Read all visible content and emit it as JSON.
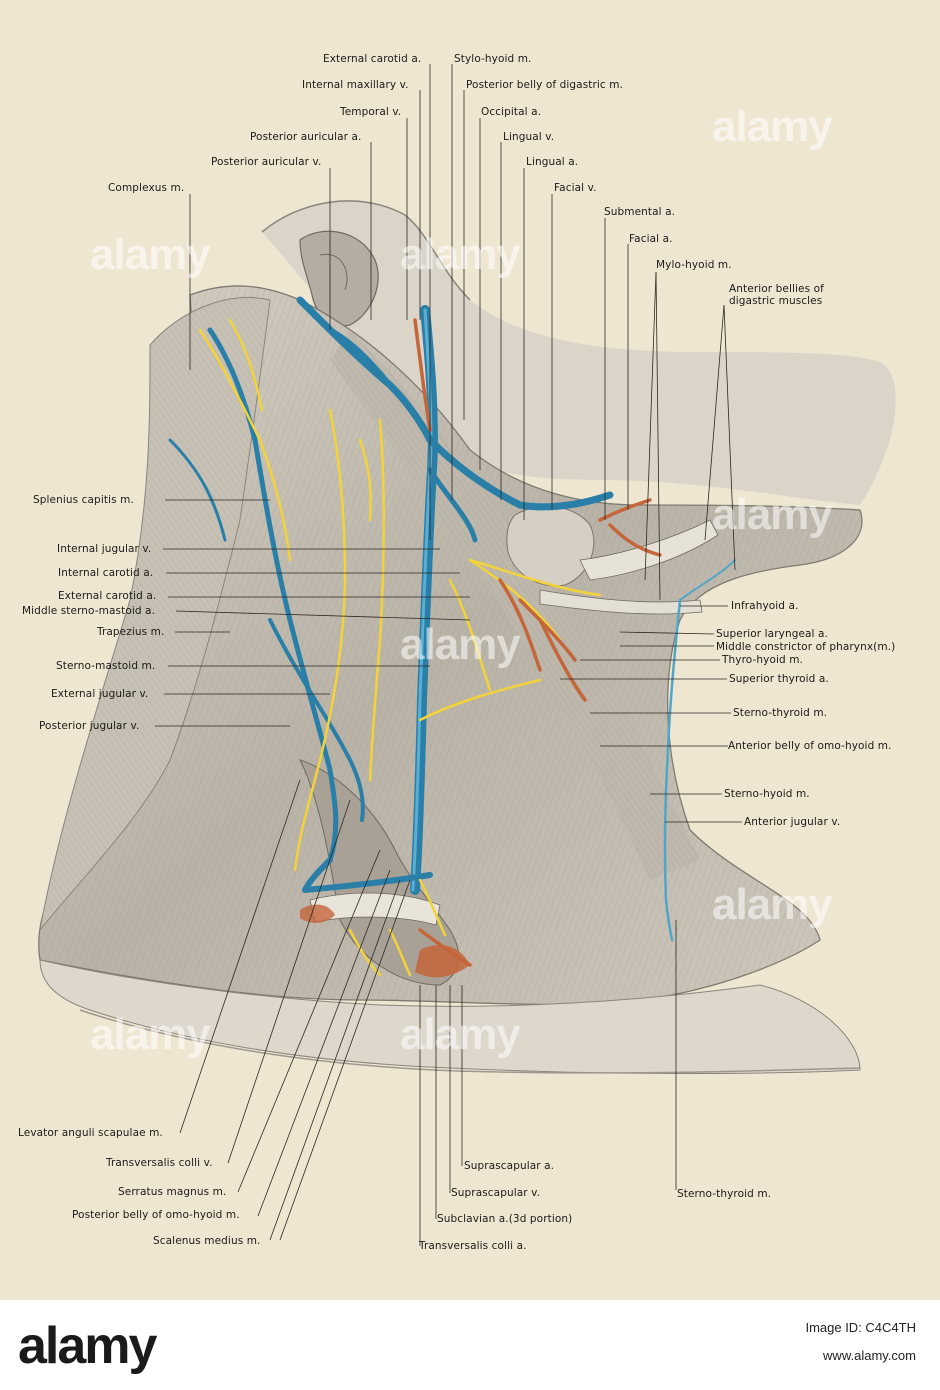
{
  "labels": {
    "external_carotid": "External carotid a.",
    "stylo_hyoid": "Stylo-hyoid m.",
    "internal_maxillary": "Internal maxillary v.",
    "posterior_belly_digastric": "Posterior belly of digastric m.",
    "temporal_v": "Temporal v.",
    "occipital_a": "Occipital a.",
    "posterior_auricular_a": "Posterior auricular a.",
    "lingual_v": "Lingual v.",
    "posterior_auricular_v": "Posterior auricular v.",
    "lingual_a": "Lingual a.",
    "complexus": "Complexus m.",
    "facial_v": "Facial v.",
    "submental_a": "Submental a.",
    "facial_a": "Facial a.",
    "mylo_hyoid": "Mylo-hyoid m.",
    "anterior_bellies_1": "Anterior bellies of",
    "anterior_bellies_2": "digastric muscles",
    "splenius": "Splenius capitis m.",
    "internal_jugular": "Internal jugular v.",
    "internal_carotid": "Internal carotid a.",
    "external_carotid_2": "External carotid a.",
    "middle_sterno_mastoid": "Middle sterno-mastoid a.",
    "trapezius": "Trapezius m.",
    "sterno_mastoid": "Sterno-mastoid m.",
    "external_jugular": "External jugular v.",
    "posterior_jugular": "Posterior jugular v.",
    "infrahyoid": "Infrahyoid a.",
    "superior_laryngeal": "Superior laryngeal a.",
    "middle_constrictor": "Middle constrictor of pharynx(m.)",
    "thyro_hyoid": "Thyro-hyoid m.",
    "superior_thyroid": "Superior thyroid a.",
    "sterno_thyroid": "Sterno-thyroid m.",
    "anterior_belly_omo": "Anterior belly of omo-hyoid m.",
    "sterno_hyoid": "Sterno-hyoid m.",
    "anterior_jugular": "Anterior jugular v.",
    "levator": "Levator anguli scapulae m.",
    "transversalis_colli_v": "Transversalis colli v.",
    "serratus": "Serratus magnus m.",
    "posterior_belly_omo": "Posterior belly of omo-hyoid m.",
    "scalenus": "Scalenus medius m.",
    "suprascapular_a": "Suprascapular a.",
    "suprascapular_v": "Suprascapular v.",
    "subclavian": "Subclavian a.(3d portion)",
    "transversalis_colli_a": "Transversalis colli a.",
    "sterno_thyroid_2": "Sterno-thyroid m."
  },
  "watermark": "alamy",
  "footer": {
    "brand": "alamy",
    "image_id": "Image ID: C4C4TH",
    "site": "www.alamy.com"
  },
  "colors": {
    "paper": "#efe6d2",
    "muscle": "#c9c2b6",
    "vein_blue": "#2a7fa8",
    "nerve_yellow": "#f2d33a",
    "artery_red": "#c4653a"
  }
}
